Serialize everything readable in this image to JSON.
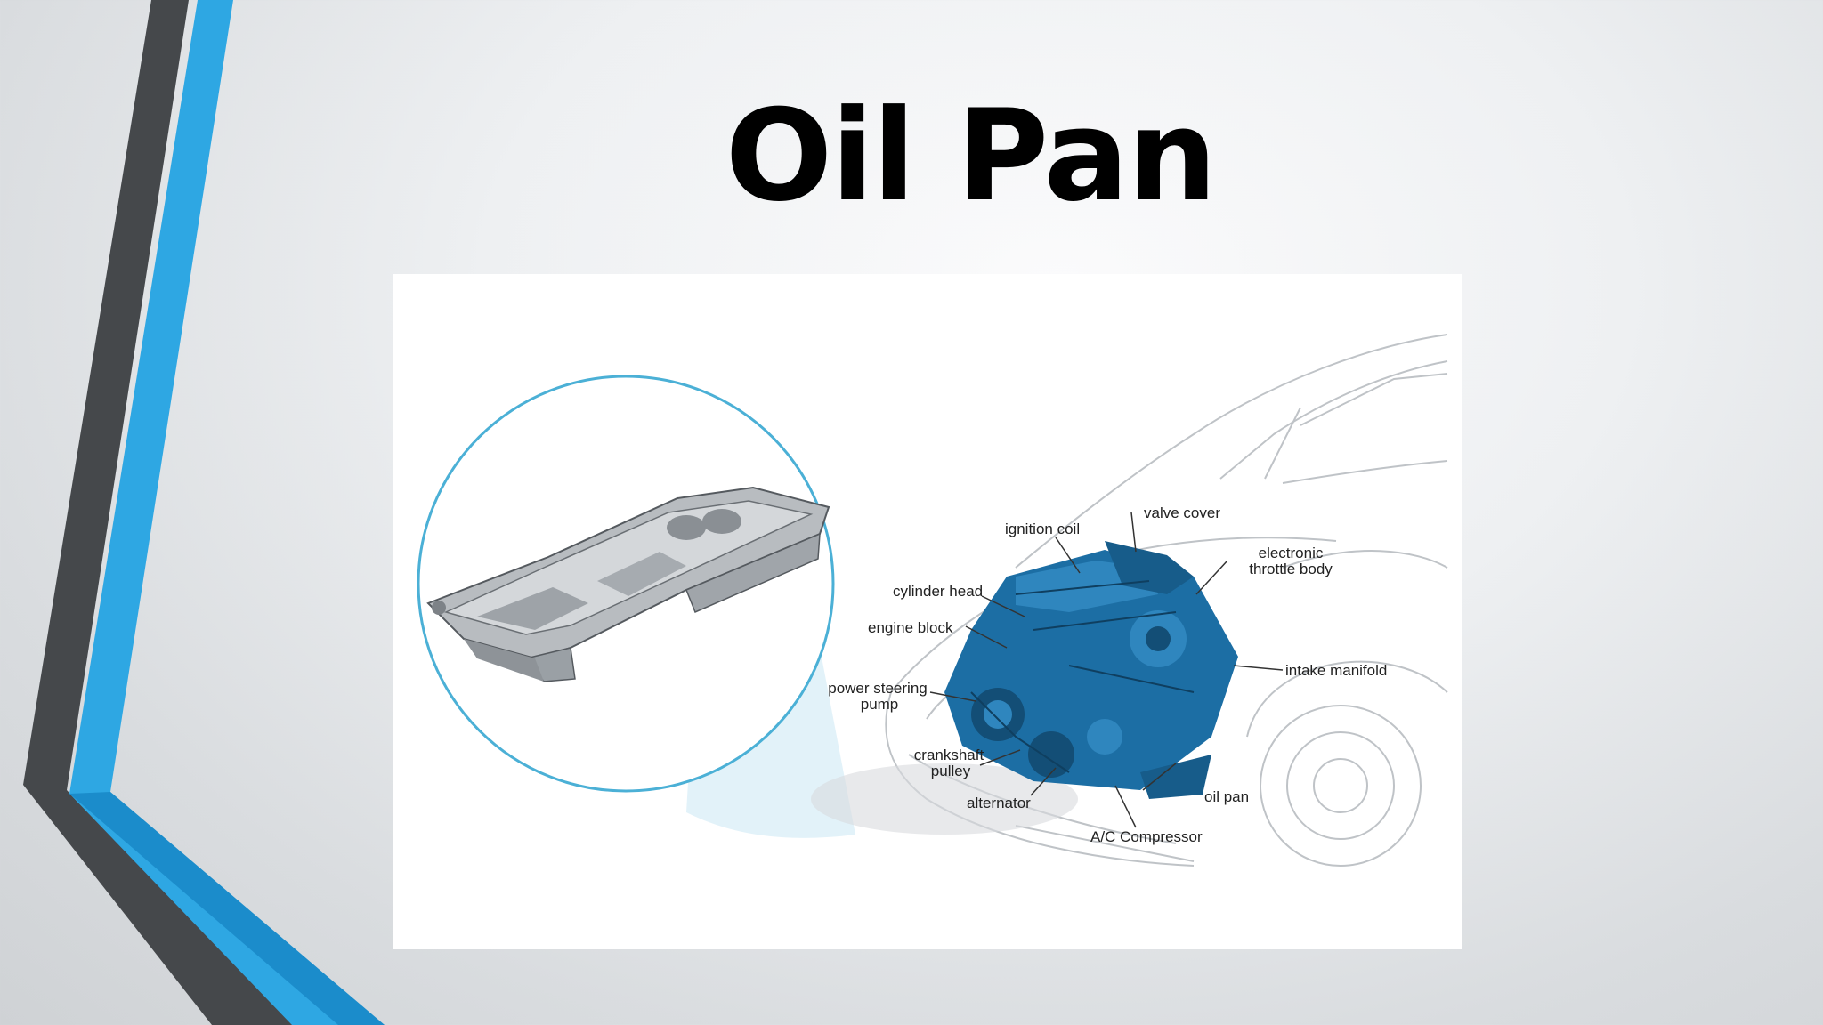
{
  "slide": {
    "title": "Oil Pan",
    "accent_blue": "#2ea7e3",
    "accent_dark": "#3d3f42"
  },
  "diagram": {
    "labels": {
      "ignition_coil": "ignition coil",
      "valve_cover": "valve cover",
      "electronic_throttle_body_1": "electronic",
      "electronic_throttle_body_2": "throttle body",
      "cylinder_head": "cylinder head",
      "engine_block": "engine block",
      "intake_manifold": "intake manifold",
      "power_steering_pump_1": "power steering",
      "power_steering_pump_2": "pump",
      "crankshaft_pulley_1": "crankshaft",
      "crankshaft_pulley_2": "pulley",
      "oil_pan": "oil pan",
      "alternator": "alternator",
      "ac_compressor": "A/C Compressor"
    },
    "engine_color": "#1c6ea4",
    "circle_color": "#4bb0d6"
  }
}
